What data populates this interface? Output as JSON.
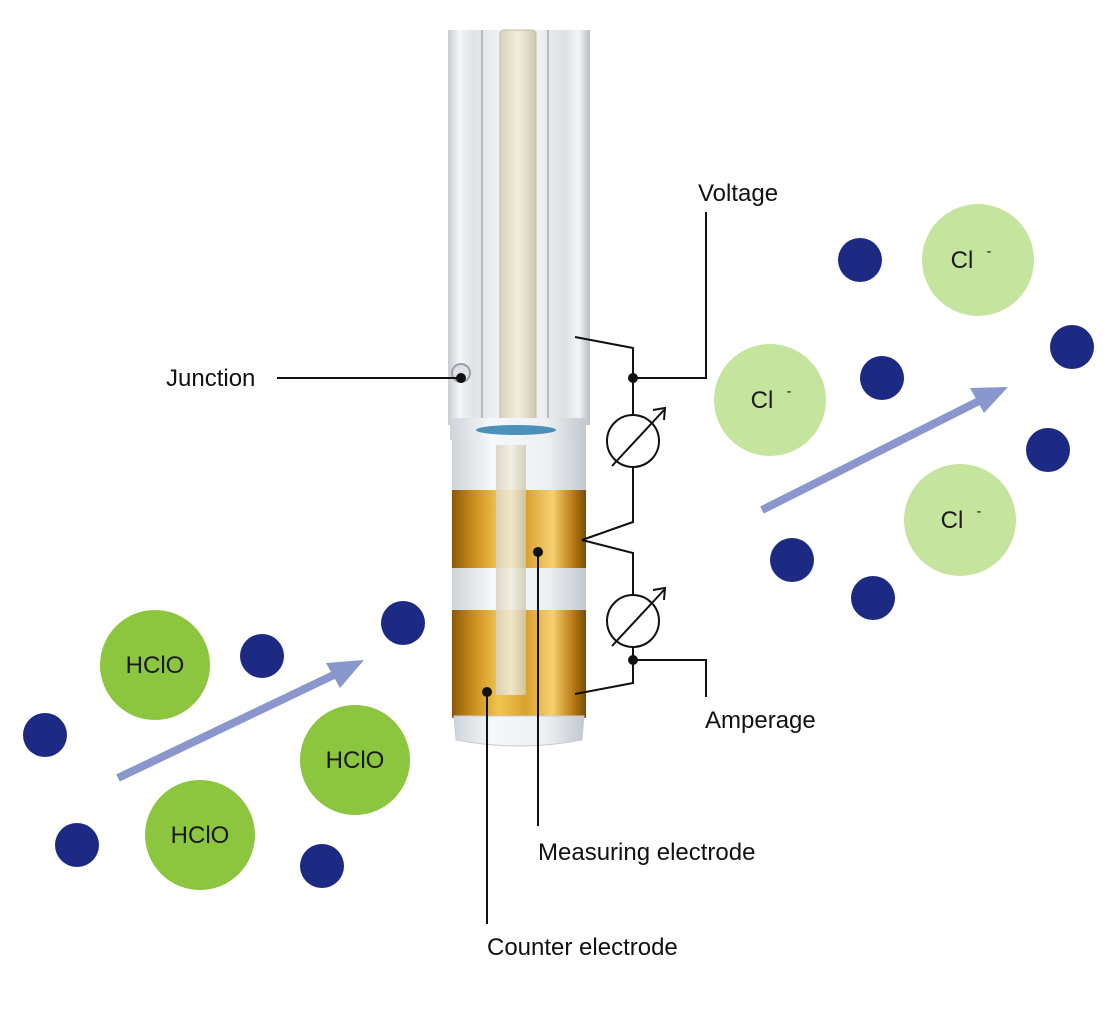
{
  "labels": {
    "voltage": "Voltage",
    "junction": "Junction",
    "amperage": "Amperage",
    "measuring_electrode": "Measuring electrode",
    "counter_electrode": "Counter electrode"
  },
  "molecules": {
    "hclo": "HClO",
    "chloride": "Cl",
    "chloride_charge": "-"
  },
  "colors": {
    "hclo_fill": "#8cc63f",
    "chloride_fill": "#c5e49d",
    "dot_fill": "#1c2a84",
    "arrow": "#8a97cc",
    "gold": "#d7a12a",
    "line": "#111111"
  }
}
